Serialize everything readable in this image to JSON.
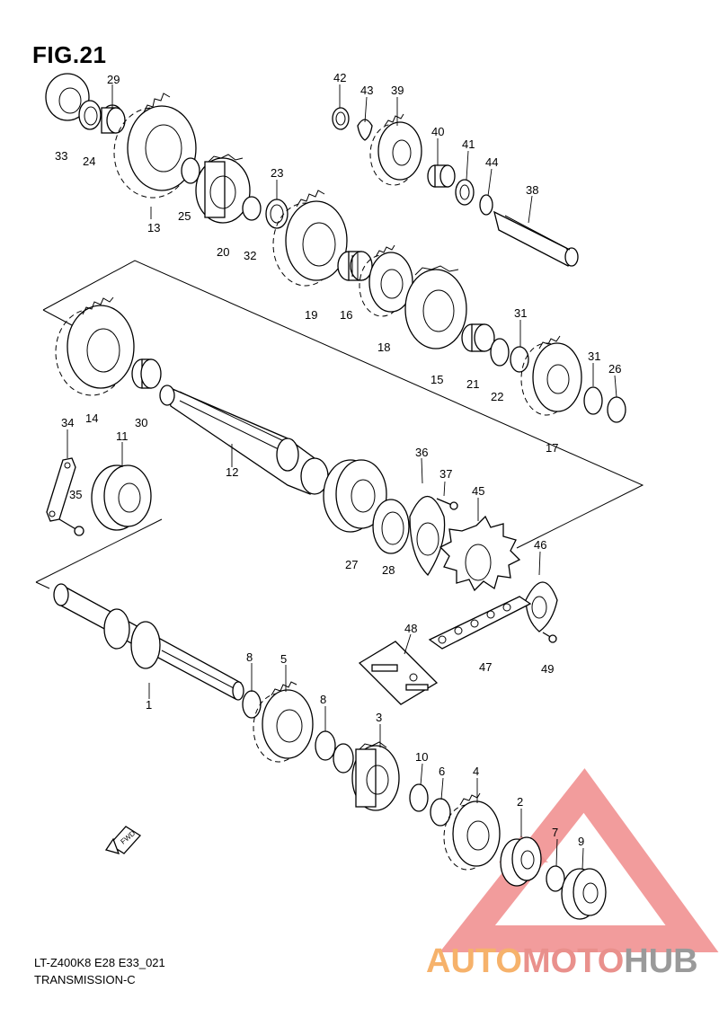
{
  "figure": {
    "title": "FIG.21"
  },
  "footer": {
    "model_code": "LT-Z400K8 E28 E33_021",
    "section": "TRANSMISSION-C"
  },
  "fwd_label": "FWD",
  "watermark": {
    "part1": "AUTO",
    "part2": "MOTO",
    "part3": "HUB",
    "colors": {
      "auto": "#f6b26b",
      "moto": "#e9908c",
      "hub": "#9a9a9a",
      "triangle": "#f08b8b"
    }
  },
  "callouts": {
    "p1": "1",
    "p2": "2",
    "p3": "3",
    "p4": "4",
    "p5": "5",
    "p6": "6",
    "p7": "7",
    "p8a": "8",
    "p8b": "8",
    "p9": "9",
    "p10": "10",
    "p11": "11",
    "p12": "12",
    "p13": "13",
    "p14": "14",
    "p15": "15",
    "p16": "16",
    "p17": "17",
    "p18": "18",
    "p19": "19",
    "p20": "20",
    "p21": "21",
    "p22": "22",
    "p23": "23",
    "p24": "24",
    "p25": "25",
    "p26": "26",
    "p27": "27",
    "p28": "28",
    "p29": "29",
    "p30": "30",
    "p31a": "31",
    "p31b": "31",
    "p32": "32",
    "p33": "33",
    "p34": "34",
    "p35": "35",
    "p36": "36",
    "p37": "37",
    "p38": "38",
    "p39": "39",
    "p40": "40",
    "p41": "41",
    "p42": "42",
    "p43": "43",
    "p44": "44",
    "p45": "45",
    "p46": "46",
    "p47": "47",
    "p48": "48",
    "p49": "49"
  }
}
